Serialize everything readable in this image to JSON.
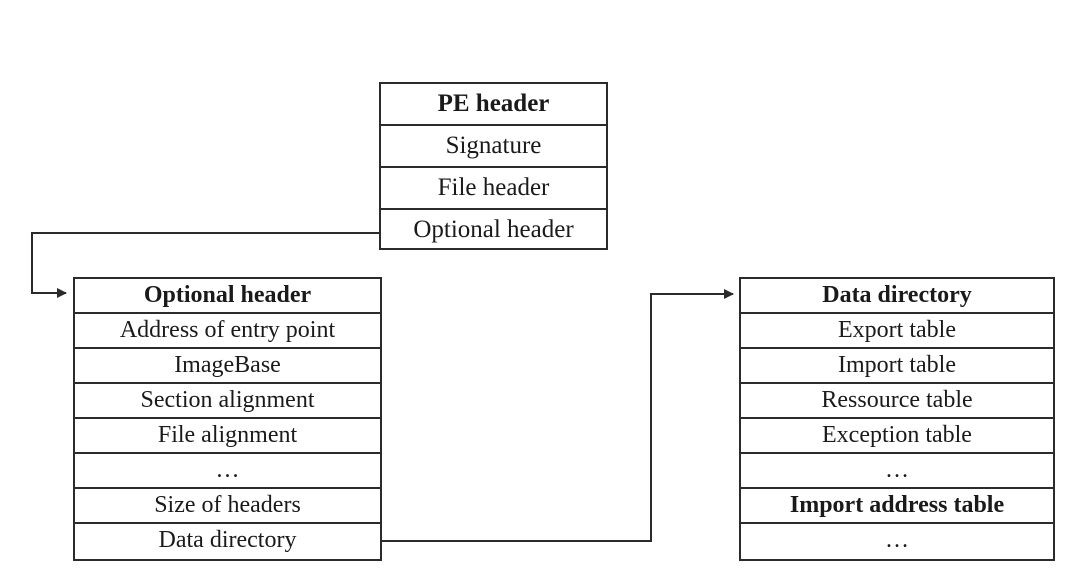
{
  "pe_header": {
    "title": "PE header",
    "rows": [
      "Signature",
      "File header",
      "Optional header"
    ]
  },
  "optional_header": {
    "title": "Optional header",
    "rows": [
      "Address of entry point",
      "ImageBase",
      "Section alignment",
      "File alignment",
      "…",
      "Size of headers",
      "Data directory"
    ]
  },
  "data_directory": {
    "title": "Data directory",
    "rows": [
      "Export table",
      "Import table",
      "Ressource table",
      "Exception table",
      "…",
      "Import address table",
      "…"
    ],
    "bold_rows": [
      "Import address table"
    ]
  },
  "colors": {
    "line": "#2b2b2b",
    "text": "#1a1a1a"
  }
}
